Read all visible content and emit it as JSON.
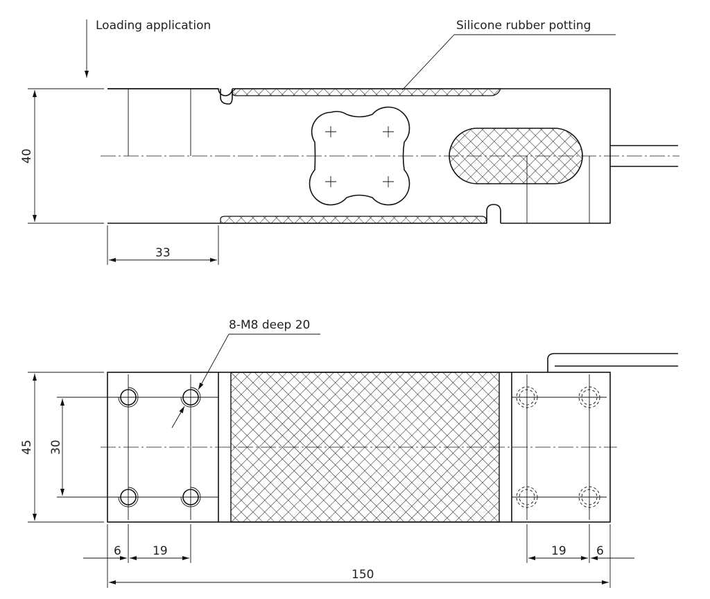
{
  "annotations": {
    "loading": "Loading application",
    "potting": "Silicone rubber potting",
    "thread": "8-M8 deep 20"
  },
  "dimensions": {
    "height_side": "40",
    "offset_side": "33",
    "width_top": "45",
    "hole_spacing_vertical": "30",
    "edge_left": "6",
    "pitch_left": "19",
    "pitch_right": "19",
    "edge_right": "6",
    "length": "150"
  }
}
